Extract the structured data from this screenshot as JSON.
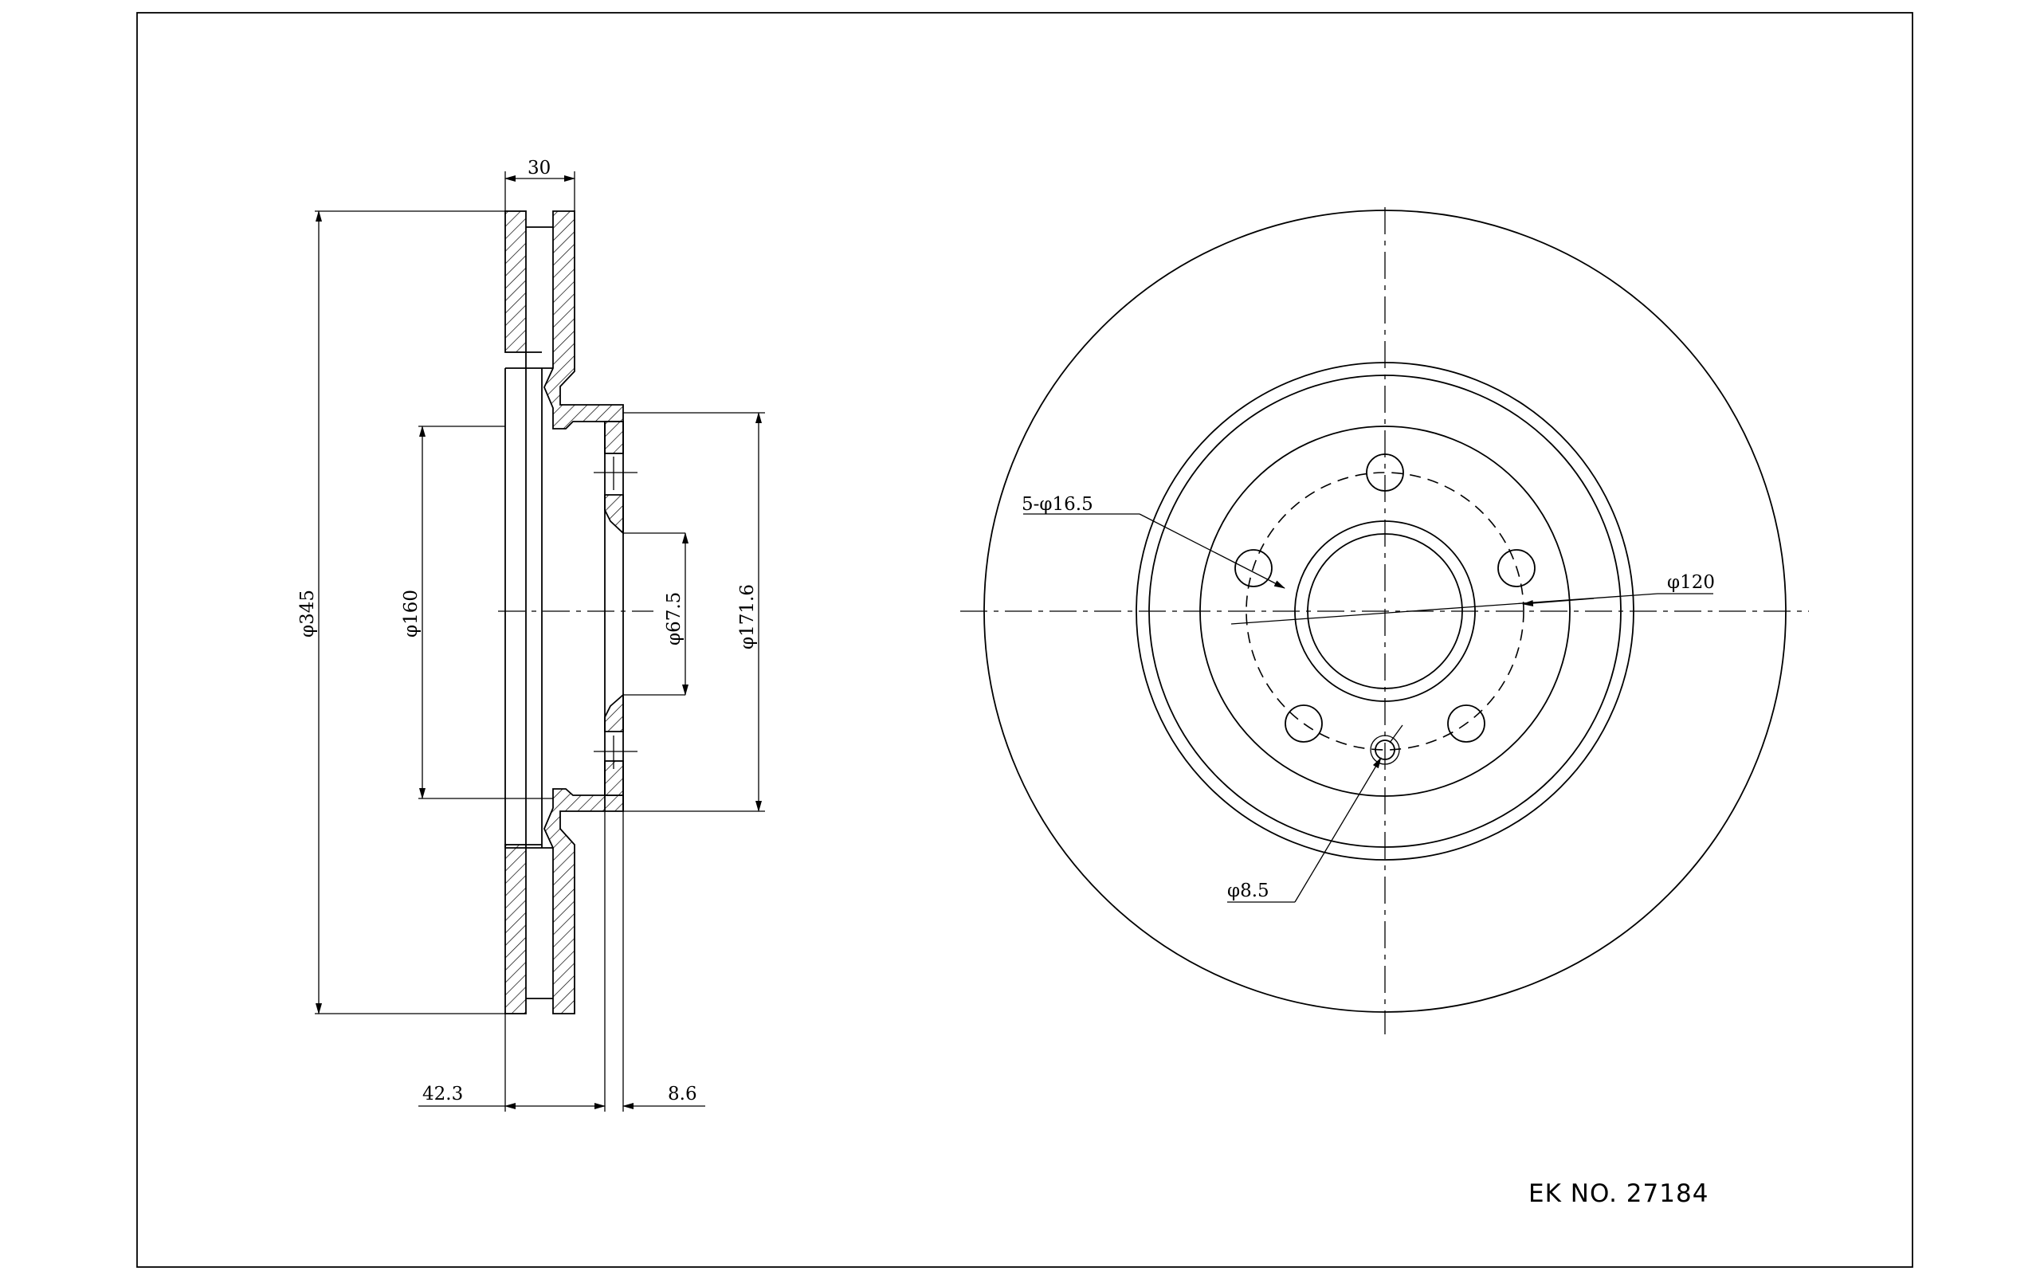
{
  "drawing": {
    "part_number": "EK NO. 27184",
    "side_view_dims": {
      "width": "30",
      "outer_diameter": "φ345",
      "hat_inner_diameter": "φ160",
      "hub_bore_diameter": "φ67.5",
      "hat_outer_diameter": "φ171.6",
      "overall_height": "42.3",
      "hat_thickness": "8.6"
    },
    "front_view_dims": {
      "bolt_holes": "5-φ16.5",
      "bolt_circle": "φ120",
      "pilot_hole": "φ8.5"
    }
  }
}
